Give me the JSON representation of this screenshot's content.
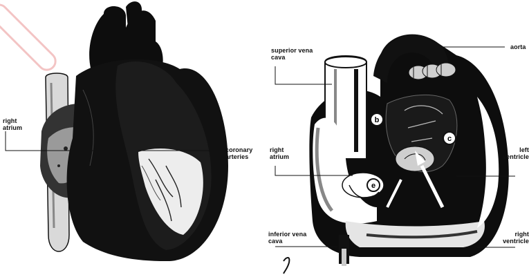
{
  "labels": {
    "right_atrium_left": [
      "right",
      "atrium"
    ],
    "coronary_arteries": [
      "coronary",
      "arteries"
    ],
    "right_atrium_right": [
      "right",
      "atrium"
    ],
    "superior_vena_cava": [
      "superior vena",
      "cava"
    ],
    "aorta": "aorta",
    "left_ventricle": [
      "left",
      "ventricle"
    ],
    "inferior_vena_cava": [
      "inferior vena",
      "cava"
    ],
    "right_ventricle": [
      "right",
      "ventricle"
    ],
    "marker_b": "b",
    "marker_c": "c",
    "marker_e": "e"
  }
}
